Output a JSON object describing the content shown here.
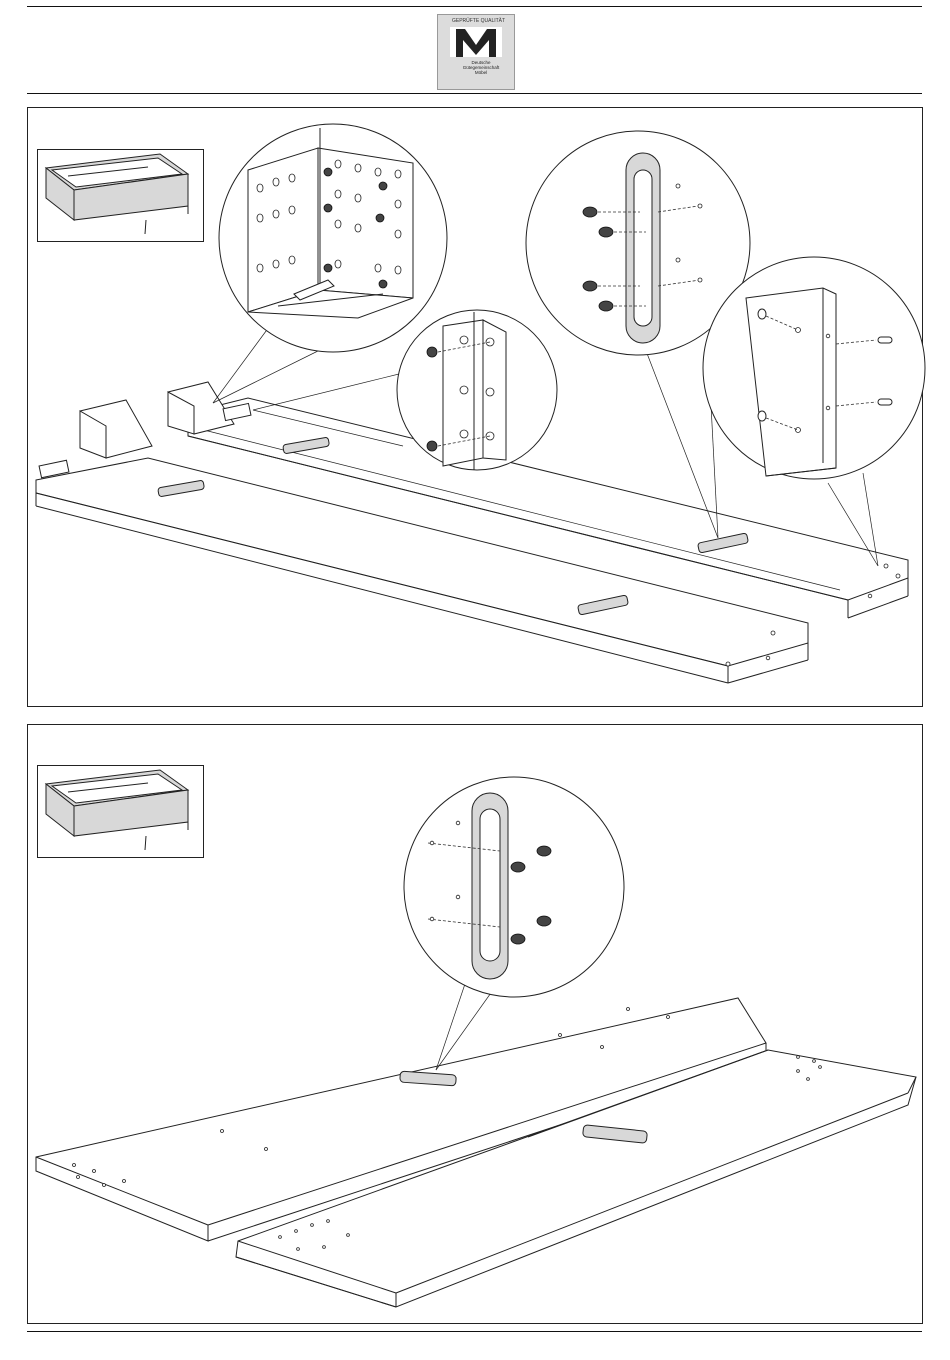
{
  "logo": {
    "top_text": "GEPRÜFTE QUALITÄT",
    "mark": "M",
    "bottom_text": "Deutsche Gütegemeinschaft Möbel",
    "colors": {
      "background": "#dcdcdc",
      "mark": "#222222"
    }
  },
  "steps": [
    {
      "name": "step-1",
      "parts": [
        "bed-frame-thumbnail",
        "corner-bracket-detail",
        "hinge-plate-detail",
        "rail-connector-detail",
        "dowel-detail",
        "side-rail-left",
        "side-rail-right"
      ]
    },
    {
      "name": "step-2",
      "parts": [
        "bed-frame-thumbnail",
        "rail-connector-detail",
        "end-board-left",
        "end-board-right"
      ]
    }
  ]
}
